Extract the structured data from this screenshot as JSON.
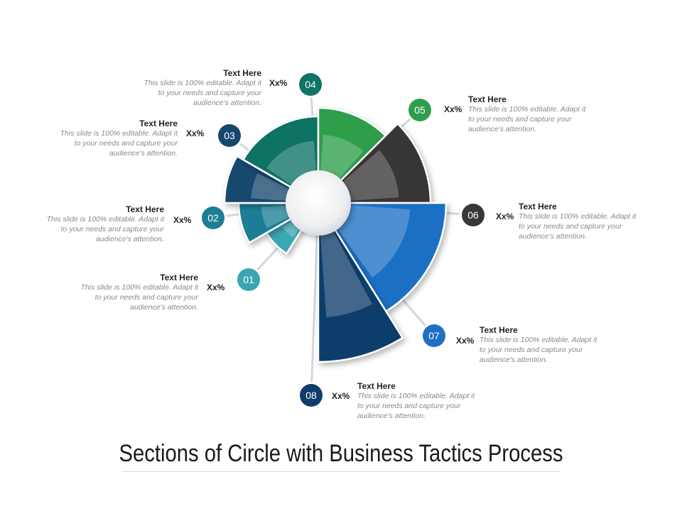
{
  "title": "Sections of Circle with Business Tactics Process",
  "items": [
    {
      "num": "01",
      "pct": "Xx%",
      "heading": "Text Here",
      "desc": [
        "This slide is 100% editable. Adapt it",
        "to your needs and capture your",
        "audience's attention."
      ],
      "color": "#3aa6b4"
    },
    {
      "num": "02",
      "pct": "Xx%",
      "heading": "Text Here",
      "desc": [
        "This slide is 100% editable. Adapt it",
        "to your needs and capture your",
        "audience's attention."
      ],
      "color": "#1b7e94"
    },
    {
      "num": "03",
      "pct": "Xx%",
      "heading": "Text Here",
      "desc": [
        "This slide is 100% editable. Adapt it",
        "to your needs and capture your",
        "audience's attention."
      ],
      "color": "#16486e"
    },
    {
      "num": "04",
      "pct": "Xx%",
      "heading": "Text Here",
      "desc": [
        "This slide is 100% editable. Adapt it",
        "to your needs and capture your",
        "audience's attention."
      ],
      "color": "#0f7365"
    },
    {
      "num": "05",
      "pct": "Xx%",
      "heading": "Text Here",
      "desc": [
        "This slide is 100% editable. Adapt it",
        "to your needs and capture your",
        "audience's attention."
      ],
      "color": "#2f9e4c"
    },
    {
      "num": "06",
      "pct": "Xx%",
      "heading": "Text Here",
      "desc": [
        "This slide is 100% editable. Adapt it",
        "to your needs and capture your",
        "audience's attention."
      ],
      "color": "#383636"
    },
    {
      "num": "07",
      "pct": "Xx%",
      "heading": "Text Here",
      "desc": [
        "This slide is 100% editable. Adapt it",
        "to your needs and capture your",
        "audience's attention."
      ],
      "color": "#1f6fc4"
    },
    {
      "num": "08",
      "pct": "Xx%",
      "heading": "Text Here",
      "desc": [
        "This slide is 100% editable. Adapt it",
        "to your needs and capture your",
        "audience's attention."
      ],
      "color": "#0f3c6b"
    }
  ]
}
